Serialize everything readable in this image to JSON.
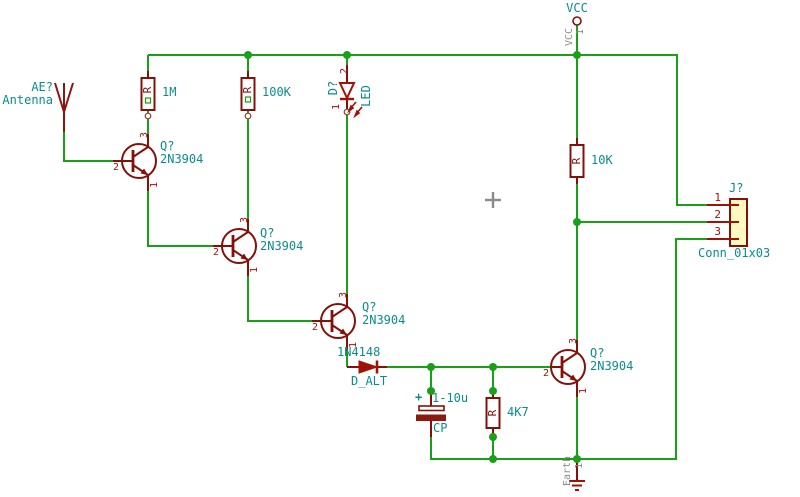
{
  "colors": {
    "wire_green": "#18a018",
    "symbol_maroon": "#841109",
    "accent_red": "#a01108",
    "field_teal": "#0b8c8c",
    "hidden_pin_gray": "#8a8a8a",
    "connector_fill": "#fff9c2"
  },
  "power": {
    "vcc": {
      "label": "VCC",
      "hidden_pin_name": "VCC",
      "hidden_pin_number": "1"
    },
    "earth": {
      "hidden_pin_name": "Earth",
      "hidden_pin_number": "1"
    }
  },
  "components": {
    "antenna": {
      "ref": "AE?",
      "value": "Antenna"
    },
    "r_1m": {
      "ref": "R",
      "value": "1M"
    },
    "r_100k": {
      "ref": "R",
      "value": "100K"
    },
    "r_10k": {
      "ref": "R",
      "value": "10K"
    },
    "r_4k7": {
      "ref": "R",
      "value": "4K7"
    },
    "led": {
      "ref": "D?",
      "value": "LED",
      "pin_top": "2",
      "pin_bottom": "1"
    },
    "diode": {
      "value": "1N4148",
      "name": "D_ALT"
    },
    "cap": {
      "polarity": "+",
      "value": "1-10u",
      "ref": "CP"
    },
    "q1": {
      "ref": "Q?",
      "value": "2N3904",
      "pin_collector": "3",
      "pin_base": "2",
      "pin_emitter": "1"
    },
    "q2": {
      "ref": "Q?",
      "value": "2N3904",
      "pin_collector": "3",
      "pin_base": "2",
      "pin_emitter": "1"
    },
    "q3": {
      "ref": "Q?",
      "value": "2N3904",
      "pin_collector": "3",
      "pin_base": "2",
      "pin_emitter": "1"
    },
    "q4": {
      "ref": "Q?",
      "value": "2N3904",
      "pin_collector": "3",
      "pin_base": "2",
      "pin_emitter": "1"
    },
    "connector": {
      "ref": "J?",
      "value": "Conn_01x03",
      "pin1": "1",
      "pin2": "2",
      "pin3": "3"
    }
  }
}
